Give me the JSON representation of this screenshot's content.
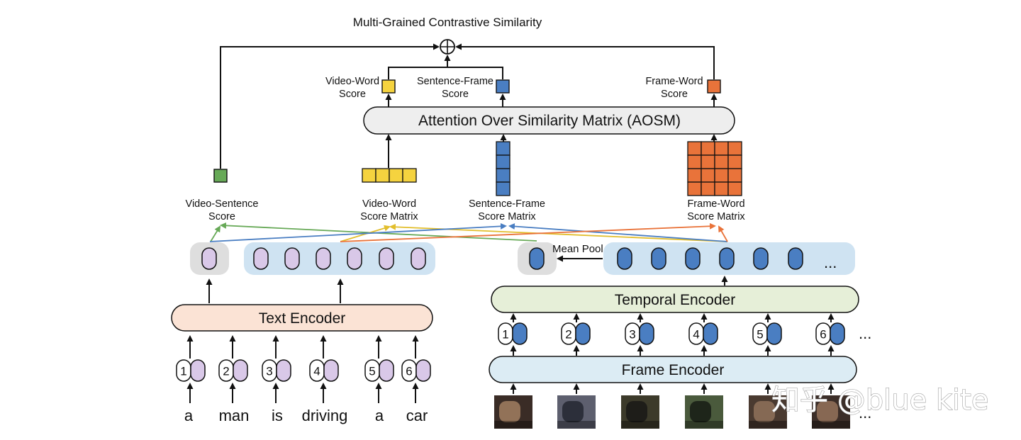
{
  "title": "Multi-Grained Contrastive Similarity",
  "scores": {
    "video_word": [
      "Video-Word",
      "Score"
    ],
    "sentence_frame": [
      "Sentence-Frame",
      "Score"
    ],
    "frame_word": [
      "Frame-Word",
      "Score"
    ],
    "video_sentence": [
      "Video-Sentence",
      "Score"
    ]
  },
  "matrices": {
    "video_word": [
      "Video-Word",
      "Score Matrix"
    ],
    "sentence_frame": [
      "Sentence-Frame",
      "Score Matrix"
    ],
    "frame_word": [
      "Frame-Word",
      "Score Matrix"
    ]
  },
  "modules": {
    "aosm": "Attention Over Similarity Matrix (AOSM)",
    "text_encoder": "Text Encoder",
    "temporal_encoder": "Temporal Encoder",
    "frame_encoder": "Frame Encoder",
    "mean_pool": "Mean Pool"
  },
  "words": [
    "a",
    "man",
    "is",
    "driving",
    "a",
    "car"
  ],
  "word_positions": [
    "1",
    "2",
    "3",
    "4",
    "5",
    "6"
  ],
  "frame_positions": [
    "1",
    "2",
    "3",
    "4",
    "5",
    "6"
  ],
  "ellipsis": "...",
  "watermark": "知乎 @blue kite",
  "colors": {
    "text_token": "#d9c8e8",
    "frame_token": "#4a7ec2",
    "yellow": "#f5d33f",
    "blue": "#4a7ec2",
    "orange": "#e9733a",
    "green": "#67a957",
    "text_encoder": "#fbe3d5",
    "temporal_encoder": "#e6efd8",
    "frame_encoder": "#dcecf4",
    "pool_bg": "#cfe3f2",
    "gray_bg": "#dedede",
    "aosm_bg": "#eeeeee"
  }
}
